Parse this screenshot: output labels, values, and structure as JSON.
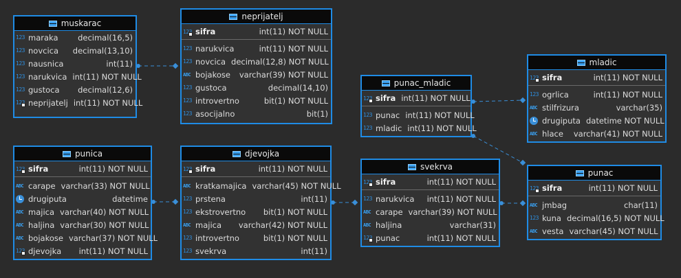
{
  "tables": {
    "muskarac": {
      "title": "muskarac",
      "columns": [
        {
          "icon": "123",
          "name": "maraka",
          "type": "decimal(16,5)"
        },
        {
          "icon": "123",
          "name": "novcica",
          "type": "decimal(13,10)"
        },
        {
          "icon": "123",
          "name": "nausnica",
          "type": "int(11)"
        },
        {
          "icon": "123",
          "name": "narukvica",
          "type": "int(11) NOT NULL"
        },
        {
          "icon": "123",
          "name": "gustoca",
          "type": "decimal(12,6)"
        },
        {
          "icon": "123",
          "name": "neprijatelj",
          "type": "int(11) NOT NULL"
        }
      ]
    },
    "neprijatelj": {
      "title": "neprijatelj",
      "pk": {
        "icon": "123",
        "name": "sifra",
        "type": "int(11) NOT NULL"
      },
      "columns": [
        {
          "icon": "123",
          "name": "narukvica",
          "type": "int(11) NOT NULL"
        },
        {
          "icon": "123",
          "name": "novcica",
          "type": "decimal(12,8) NOT NULL"
        },
        {
          "icon": "ABC",
          "name": "bojakose",
          "type": "varchar(39) NOT NULL"
        },
        {
          "icon": "123",
          "name": "gustoca",
          "type": "decimal(14,10)"
        },
        {
          "icon": "123",
          "name": "introvertno",
          "type": "bit(1) NOT NULL"
        },
        {
          "icon": "123",
          "name": "asocijalno",
          "type": "bit(1)"
        }
      ]
    },
    "punac_mladic": {
      "title": "punac_mladic",
      "pk": {
        "icon": "123",
        "name": "sifra",
        "type": "int(11) NOT NULL"
      },
      "columns": [
        {
          "icon": "123",
          "name": "punac",
          "type": "int(11) NOT NULL"
        },
        {
          "icon": "123",
          "name": "mladic",
          "type": "int(11) NOT NULL"
        }
      ]
    },
    "mladic": {
      "title": "mladic",
      "pk": {
        "icon": "123",
        "name": "sifra",
        "type": "int(11) NOT NULL"
      },
      "columns": [
        {
          "icon": "123",
          "name": "ogrlica",
          "type": "int(11) NOT NULL"
        },
        {
          "icon": "ABC",
          "name": "stilfrizura",
          "type": "varchar(35)"
        },
        {
          "icon": "clock",
          "name": "drugiputa",
          "type": "datetime NOT NULL"
        },
        {
          "icon": "ABC",
          "name": "hlace",
          "type": "varchar(41) NOT NULL"
        }
      ]
    },
    "punica": {
      "title": "punica",
      "pk": {
        "icon": "123",
        "name": "sifra",
        "type": "int(11) NOT NULL"
      },
      "columns": [
        {
          "icon": "ABC",
          "name": "carape",
          "type": "varchar(33) NOT NULL"
        },
        {
          "icon": "clock",
          "name": "drugiputa",
          "type": "datetime"
        },
        {
          "icon": "ABC",
          "name": "majica",
          "type": "varchar(40) NOT NULL"
        },
        {
          "icon": "ABC",
          "name": "haljina",
          "type": "varchar(30) NOT NULL"
        },
        {
          "icon": "ABC",
          "name": "bojakose",
          "type": "varchar(37) NOT NULL"
        },
        {
          "icon": "123",
          "name": "djevojka",
          "type": "int(11) NOT NULL"
        }
      ]
    },
    "djevojka": {
      "title": "djevojka",
      "pk": {
        "icon": "123",
        "name": "sifra",
        "type": "int(11) NOT NULL"
      },
      "columns": [
        {
          "icon": "ABC",
          "name": "kratkamajica",
          "type": "varchar(45) NOT NULL"
        },
        {
          "icon": "123",
          "name": "prstena",
          "type": "int(11)"
        },
        {
          "icon": "123",
          "name": "ekstrovertno",
          "type": "bit(1) NOT NULL"
        },
        {
          "icon": "ABC",
          "name": "majica",
          "type": "varchar(42) NOT NULL"
        },
        {
          "icon": "123",
          "name": "introvertno",
          "type": "bit(1) NOT NULL"
        },
        {
          "icon": "123",
          "name": "svekrva",
          "type": "int(11)"
        }
      ]
    },
    "svekrva": {
      "title": "svekrva",
      "pk": {
        "icon": "123",
        "name": "sifra",
        "type": "int(11) NOT NULL"
      },
      "columns": [
        {
          "icon": "123",
          "name": "narukvica",
          "type": "int(11) NOT NULL"
        },
        {
          "icon": "ABC",
          "name": "carape",
          "type": "varchar(39) NOT NULL"
        },
        {
          "icon": "ABC",
          "name": "haljina",
          "type": "varchar(31)"
        },
        {
          "icon": "123",
          "name": "punac",
          "type": "int(11) NOT NULL"
        }
      ]
    },
    "punac": {
      "title": "punac",
      "pk": {
        "icon": "123",
        "name": "sifra",
        "type": "int(11) NOT NULL"
      },
      "columns": [
        {
          "icon": "ABC",
          "name": "jmbag",
          "type": "char(11)"
        },
        {
          "icon": "123",
          "name": "kuna",
          "type": "decimal(16,5) NOT NULL"
        },
        {
          "icon": "ABC",
          "name": "vesta",
          "type": "varchar(45) NOT NULL"
        }
      ]
    }
  },
  "colors": {
    "background": "#2b2b2b",
    "table_border": "#1f8ce6",
    "header_bg": "#0a0a0a",
    "link_line": "#3a8fd8"
  }
}
